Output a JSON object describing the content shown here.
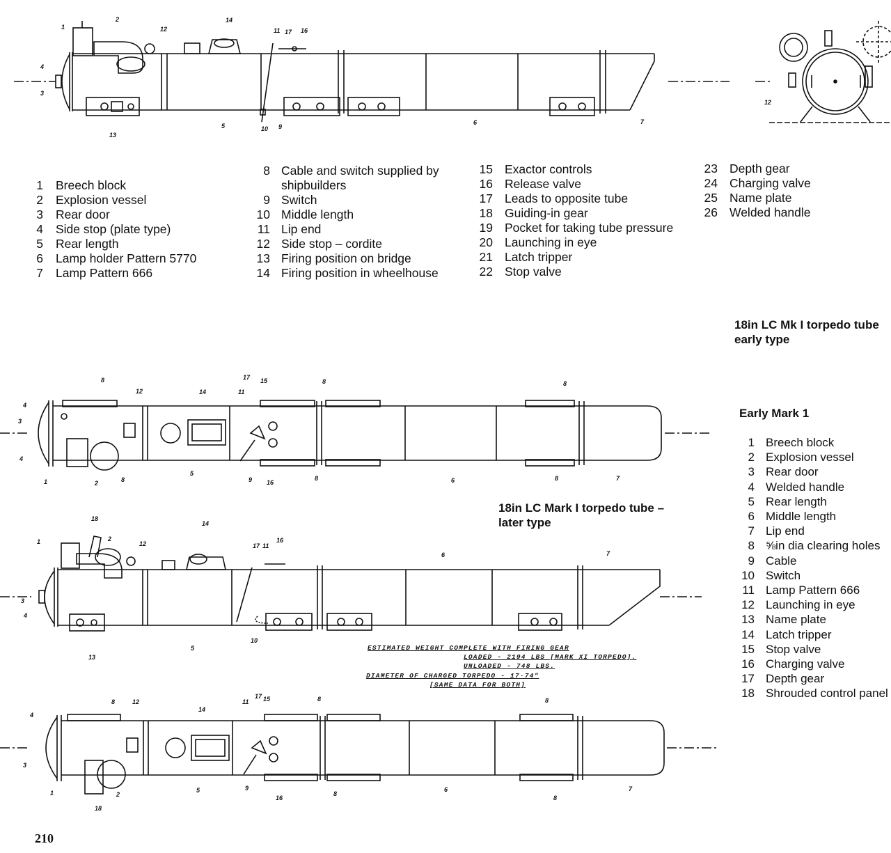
{
  "page_number": "210",
  "legend_top": {
    "col1": [
      {
        "n": "1",
        "label": "Breech block"
      },
      {
        "n": "2",
        "label": "Explosion vessel"
      },
      {
        "n": "3",
        "label": "Rear door"
      },
      {
        "n": "4",
        "label": "Side stop (plate type)"
      },
      {
        "n": "5",
        "label": "Rear length"
      },
      {
        "n": "6",
        "label": "Lamp holder Pattern 5770"
      },
      {
        "n": "7",
        "label": "Lamp Pattern 666"
      }
    ],
    "col2": [
      {
        "n": "8",
        "label": "Cable and switch supplied by"
      },
      {
        "n": "",
        "label": "shipbuilders"
      },
      {
        "n": "9",
        "label": "Switch"
      },
      {
        "n": "10",
        "label": "Middle length"
      },
      {
        "n": "11",
        "label": "Lip end"
      },
      {
        "n": "12",
        "label": "Side stop – cordite"
      },
      {
        "n": "13",
        "label": "Firing position on bridge"
      },
      {
        "n": "14",
        "label": "Firing position in wheelhouse"
      }
    ],
    "col3": [
      {
        "n": "15",
        "label": "Exactor controls"
      },
      {
        "n": "16",
        "label": "Release valve"
      },
      {
        "n": "17",
        "label": "Leads to opposite tube"
      },
      {
        "n": "18",
        "label": "Guiding-in gear"
      },
      {
        "n": "19",
        "label": "Pocket for taking tube pressure"
      },
      {
        "n": "20",
        "label": "Launching in eye"
      },
      {
        "n": "21",
        "label": "Latch tripper"
      },
      {
        "n": "22",
        "label": "Stop valve"
      }
    ],
    "col4": [
      {
        "n": "23",
        "label": "Depth gear"
      },
      {
        "n": "24",
        "label": "Charging valve"
      },
      {
        "n": "25",
        "label": "Name plate"
      },
      {
        "n": "26",
        "label": "Welded handle"
      }
    ]
  },
  "caption_early_type": [
    "18in LC Mk I torpedo tube",
    "early type"
  ],
  "caption_later_type": [
    "18in LC Mark I torpedo tube –",
    "later type"
  ],
  "early_mark_title": "Early Mark 1",
  "legend_early_mark": [
    {
      "n": "1",
      "label": "Breech block"
    },
    {
      "n": "2",
      "label": "Explosion vessel"
    },
    {
      "n": "3",
      "label": "Rear door"
    },
    {
      "n": "4",
      "label": "Welded handle"
    },
    {
      "n": "5",
      "label": "Rear length"
    },
    {
      "n": "6",
      "label": "Middle length"
    },
    {
      "n": "7",
      "label": "Lip end"
    },
    {
      "n": "8",
      "label": "⅝in dia clearing holes"
    },
    {
      "n": "9",
      "label": "Cable"
    },
    {
      "n": "10",
      "label": "Switch"
    },
    {
      "n": "11",
      "label": "Lamp Pattern 666"
    },
    {
      "n": "12",
      "label": "Launching in eye"
    },
    {
      "n": "13",
      "label": "Name plate"
    },
    {
      "n": "14",
      "label": "Latch tripper"
    },
    {
      "n": "15",
      "label": "Stop valve"
    },
    {
      "n": "16",
      "label": "Charging valve"
    },
    {
      "n": "17",
      "label": "Depth gear"
    },
    {
      "n": "18",
      "label": "Shrouded control panel"
    }
  ],
  "drawing_note": {
    "line1": "ESTIMATED WEIGHT COMPLETE WITH FIRING GEAR",
    "line2": "LOADED - 2194 LBS [MARK XI TORPEDO].",
    "line3": "UNLOADED - 748 LBS.",
    "line4": "DIAMETER OF CHARGED TORPEDO - 17·74\"",
    "line5": "[SAME DATA FOR BOTH]"
  },
  "callouts": {
    "tube1": [
      "1",
      "2",
      "12",
      "14",
      "11",
      "17",
      "16",
      "4",
      "3",
      "13",
      "5",
      "10",
      "9",
      "6",
      "7"
    ],
    "tube1_end": [
      "12"
    ],
    "tube2": [
      "8",
      "12",
      "14",
      "17",
      "15",
      "11",
      "8",
      "8",
      "4",
      "3",
      "4",
      "1",
      "2",
      "8",
      "5",
      "9",
      "16",
      "8",
      "6",
      "8",
      "7"
    ],
    "tube3": [
      "18",
      "14",
      "1",
      "2",
      "12",
      "17",
      "11",
      "16",
      "6",
      "7",
      "3",
      "4",
      "13",
      "5",
      "10"
    ],
    "tube4": [
      "8",
      "12",
      "14",
      "11",
      "17",
      "15",
      "8",
      "8",
      "4",
      "3",
      "1",
      "18",
      "2",
      "5",
      "9",
      "16",
      "6",
      "8",
      "7"
    ]
  }
}
